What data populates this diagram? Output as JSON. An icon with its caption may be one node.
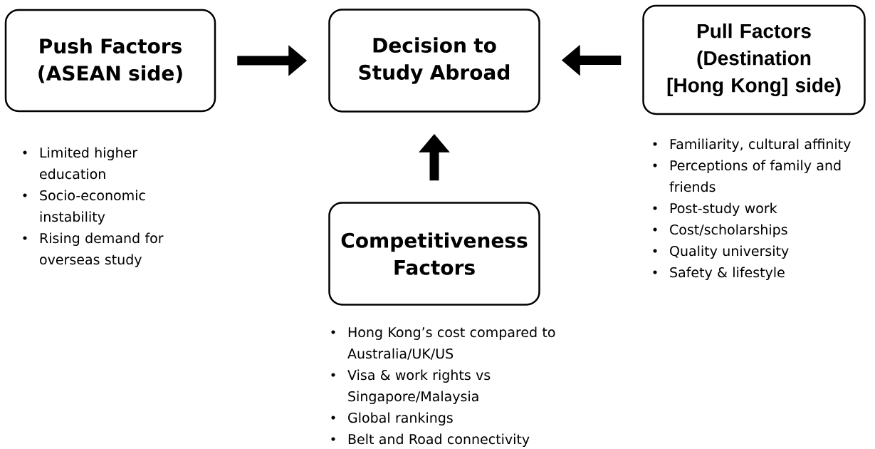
{
  "diagram": {
    "nodes": [
      {
        "text": [
          "Push Factors (ASEAN side)"
        ],
        "beside": [
          "Limited higher education",
          "Socio-economic instability",
          "Rising demand for overseas study"
        ]
      },
      {
        "text": [
          "Decision to Study Abroad"
        ]
      },
      {
        "text": [
          "Pull Factors (Destination [Hong Kong] side)"
        ],
        "beside": [
          "Familiarity, cultural affinity",
          "Perceptions of family and friends",
          "Post-study work",
          "Cost/scholarships",
          "Quality university",
          "Safety & lifestyle"
        ]
      },
      {
        "text": [
          "Competitiveness Factors"
        ],
        "beside": [
          "Hong Kong’s cost compared to Australia/UK/US",
          "Visa & work rights vs Singapore/Malaysia",
          "Global rankings",
          "Belt and Road connectivity"
        ]
      }
    ],
    "edges": [
      {
        "from": 0,
        "to": 1,
        "arrow": "to"
      },
      {
        "from": 2,
        "to": 1,
        "arrow": "to"
      },
      {
        "from": 3,
        "to": 1,
        "arrow": "to"
      }
    ]
  }
}
